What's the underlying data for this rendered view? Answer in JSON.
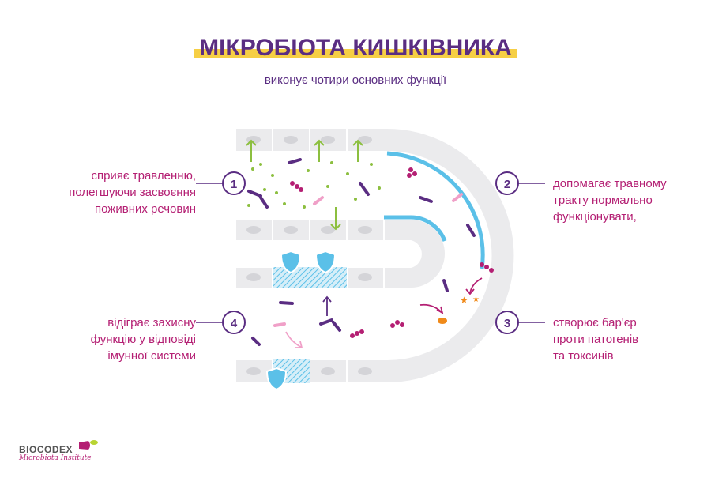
{
  "title": "МІКРОБІОТА КИШКІВНИКА",
  "subtitle": "виконує чотири основних функції",
  "functions": [
    {
      "number": "1",
      "lines": [
        "сприяє травленню,",
        "полегшуючи засвоєння",
        "поживних речовин"
      ]
    },
    {
      "number": "2",
      "lines": [
        "допомагає травному",
        "тракту нормально",
        "функціонувати,"
      ]
    },
    {
      "number": "3",
      "lines": [
        "створює бар'єр",
        "проти патогенів",
        "та токсинів"
      ]
    },
    {
      "number": "4",
      "lines": [
        "відіграє захисну",
        "функцію у відповіді",
        "імунної системи"
      ]
    }
  ],
  "logo": {
    "brand": "BIOCODEX",
    "sub": "Microbiota Institute"
  },
  "colors": {
    "purple": "#5a2d82",
    "magenta": "#b41f73",
    "yellow": "#f6cf45",
    "green": "#8cbf3f",
    "blue": "#5bc0e8",
    "cell": "#ebebed"
  }
}
